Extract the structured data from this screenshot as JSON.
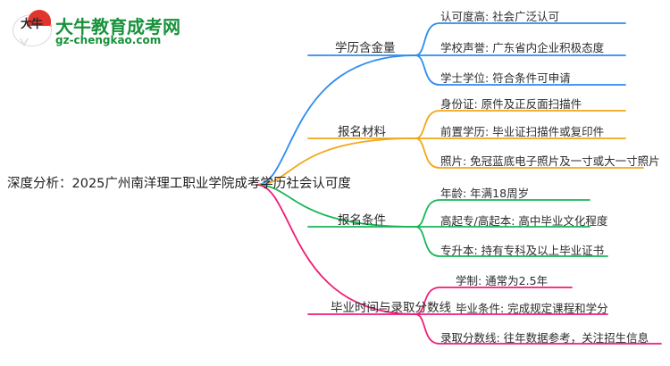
{
  "logo": {
    "mark_text": "大牛",
    "name": "大牛教育成考网",
    "url": "gz-chengkao.com",
    "brand_green": "#17923a",
    "brand_red": "#e0342c"
  },
  "mindmap": {
    "root": {
      "label": "深度分析：2025广州南洋理工职业学院成考学历社会认可度"
    },
    "branches": [
      {
        "label": "学历含金量",
        "color": "#2d8cf0",
        "children": [
          {
            "label": "认可度高: 社会广泛认可"
          },
          {
            "label": "学校声誉: 广东省内企业积极态度"
          },
          {
            "label": "学士学位: 符合条件可申请"
          }
        ]
      },
      {
        "label": "报名材料",
        "color": "#f2a618",
        "children": [
          {
            "label": "身份证: 原件及正反面扫描件"
          },
          {
            "label": "前置学历: 毕业证扫描件或复印件"
          },
          {
            "label": "照片: 免冠蓝底电子照片及一寸或大一寸照片"
          }
        ]
      },
      {
        "label": "报名条件",
        "color": "#18b659",
        "children": [
          {
            "label": "年龄: 年满18周岁"
          },
          {
            "label": "高起专/高起本: 高中毕业文化程度"
          },
          {
            "label": "专升本: 持有专科及以上毕业证书"
          }
        ]
      },
      {
        "label": "毕业时间与录取分数线",
        "color": "#ee1d77",
        "children": [
          {
            "label": "学制: 通常为2.5年"
          },
          {
            "label": "毕业条件: 完成规定课程和学分"
          },
          {
            "label": "录取分数线: 往年数据参考，关注招生信息"
          }
        ]
      }
    ]
  }
}
